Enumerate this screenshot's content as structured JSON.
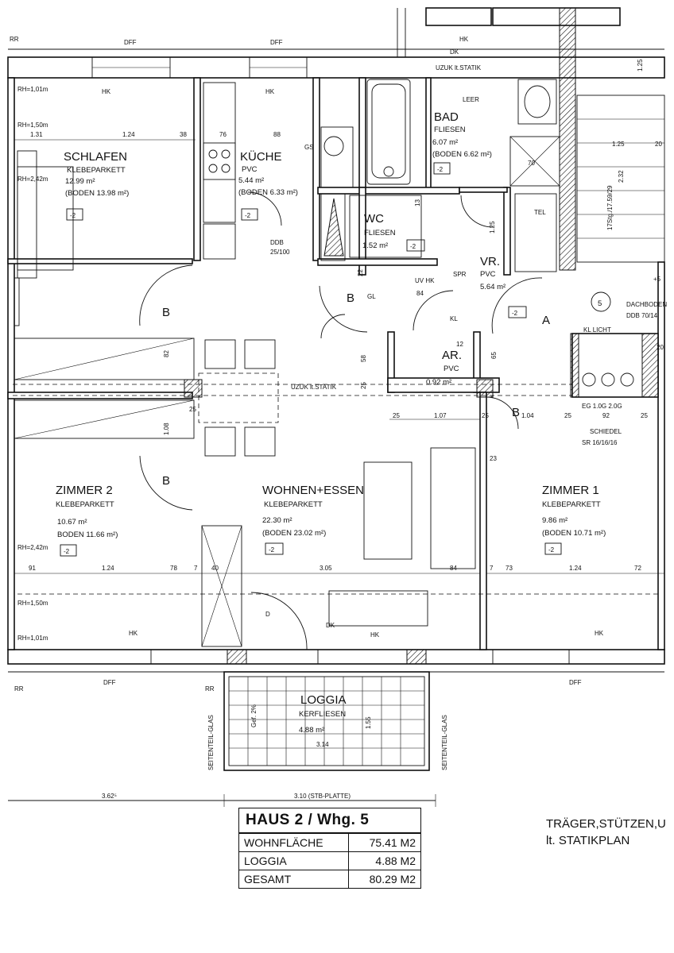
{
  "rooms": {
    "schlafen": {
      "name": "SCHLAFEN",
      "floor": "KLEBEPARKETT",
      "area": "12.99 m²",
      "boden": "(BODEN 13.98 m²)",
      "tag": "-2"
    },
    "kueche": {
      "name": "KÜCHE",
      "floor": "PVC",
      "area": "5.44 m²",
      "boden": "(BODEN 6.33 m²)",
      "tag": "-2"
    },
    "bad": {
      "name": "BAD",
      "floor": "FLIESEN",
      "area": "6.07 m²",
      "boden": "(BODEN 6.62 m²)",
      "tag": "-2"
    },
    "wc": {
      "name": "WC",
      "floor": "FLIESEN",
      "area": "1.52 m²",
      "tag": "-2"
    },
    "vr": {
      "name": "VR.",
      "floor": "PVC",
      "area": "5.64 m²",
      "tag": "-2"
    },
    "ar": {
      "name": "AR.",
      "floor": "PVC",
      "area": "0.92 m²"
    },
    "zimmer2": {
      "name": "ZIMMER 2",
      "floor": "KLEBEPARKETT",
      "area": "10.67 m²",
      "boden": "BODEN 11.66 m²)",
      "tag": "-2"
    },
    "wohnen": {
      "name": "WOHNEN+ESSEN",
      "floor": "KLEBEPARKETT",
      "area": "22.30 m²",
      "boden": "(BODEN 23.02 m²)",
      "tag": "-2"
    },
    "zimmer1": {
      "name": "ZIMMER 1",
      "floor": "KLEBEPARKETT",
      "area": "9.86 m²",
      "boden": "(BODEN 10.71 m²)",
      "tag": "-2"
    },
    "loggia": {
      "name": "LOGGIA",
      "floor": "KERFLIESEN",
      "area": "4.88 m²"
    }
  },
  "labels": {
    "rr": "RR",
    "dff": "DFF",
    "hk": "HK",
    "dk": "DK",
    "uzuk_statik": "UZUK lt.STATIK",
    "uzuk_statik2": "UZUK lt.STATIK",
    "leer": "LEER",
    "rh_101": "RH=1,01m",
    "rh_150": "RH=1,50m",
    "rh_242": "RH=2,42m",
    "b": "B",
    "a": "A",
    "d": "D",
    "gl": "GL",
    "gs": "GS",
    "uv_hk": "UV HK",
    "spr": "SPR",
    "kl": "KL",
    "kl_licht": "KL LICHT",
    "ddb": "DDB",
    "ddb_val": "25/100",
    "dachboden": "DACHBODEN",
    "ddb_dach": "DDB 70/14",
    "tel": "TEL",
    "schiedel": "SCHIEDEL",
    "schiedel_sr": "SR 16/16/16",
    "stair": "17Stg./17.59/29",
    "stair_no": "5",
    "stair_plus": "+5",
    "eg_og": "EG 1.0G 2.0G",
    "gef": "Gef. 2%",
    "seitenteil": "SEITENTEIL-GLAS",
    "stb_platte": "3.10 (STB-PLATTE)",
    "dim_3625": "3.62⁵",
    "dim_314": "3.14",
    "dim_155": "1.55",
    "dim_305": "3.05",
    "dim_124": "1.24",
    "dim_131": "1.31",
    "dim_91": "91",
    "dim_78": "78",
    "dim_7": "7",
    "dim_40": "40",
    "dim_84": "84",
    "dim_73": "73",
    "dim_72": "72",
    "dim_38": "38",
    "dim_76": "76",
    "dim_88": "88",
    "dim_82": "82",
    "dim_108": "1.08",
    "dim_107": "1.07",
    "dim_104": "1.04",
    "dim_92": "92",
    "dim_25": "25",
    "dim_23": "23",
    "dim_58": "58",
    "dim_65": "65",
    "dim_13": "13",
    "dim_22": "22",
    "dim_125": "1.25",
    "dim_232": "2.32",
    "dim_20": "20",
    "dim_12": "12",
    "dim_70": "70"
  },
  "summary": {
    "title": "HAUS 2 / Whg. 5",
    "rows": [
      {
        "label": "WOHNFLÄCHE",
        "value": "75.41 M2"
      },
      {
        "label": "LOGGIA",
        "value": "4.88 M2"
      },
      {
        "label": "GESAMT",
        "value": "80.29 M2"
      }
    ]
  },
  "note": {
    "line1": "TRÄGER,STÜTZEN,U",
    "line2": "lt. STATIKPLAN"
  }
}
